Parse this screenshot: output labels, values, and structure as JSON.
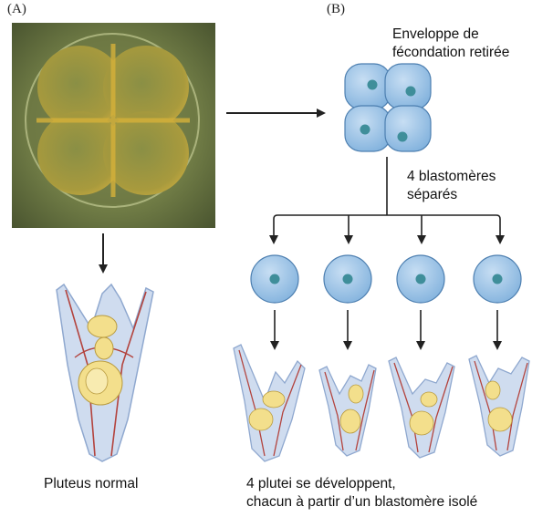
{
  "panel_a": {
    "label": "(A)"
  },
  "panel_b": {
    "label": "(B)"
  },
  "labels": {
    "envelope_line1": "Enveloppe de",
    "envelope_line2": "fécondation retirée",
    "blastomeres_line1": "4 blastomères",
    "blastomeres_line2": "séparés",
    "pluteus_normal": "Pluteus normal",
    "plutei_line1": "4 plutei se développent,",
    "plutei_line2": "chacun à partir d’un blastomère isolé"
  },
  "colors": {
    "cell_fill": "#9cc3e6",
    "nucleus": "#3f8e9a",
    "larva_body": "#cfdcef",
    "gut": "#f3df8c",
    "skeleton": "#b3433d",
    "arrow": "#222222"
  }
}
